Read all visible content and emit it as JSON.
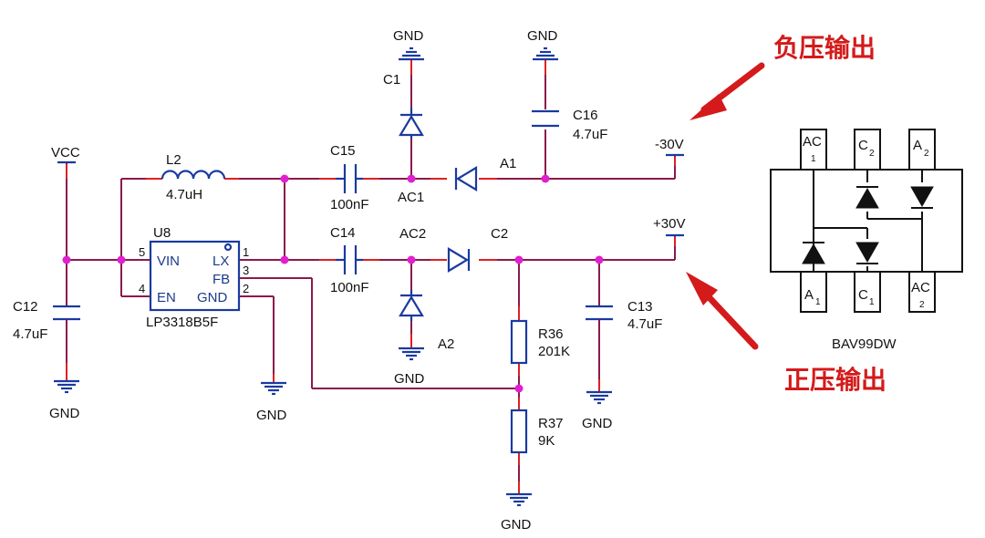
{
  "labels": {
    "vcc": "VCC",
    "gnd": "GND",
    "l2": "L2",
    "l2_val": "4.7uH",
    "c15": "C15",
    "c15_val": "100nF",
    "c14": "C14",
    "c14_val": "100nF",
    "c1": "C1",
    "c16": "C16",
    "c16_val": "4.7uF",
    "a1": "A1",
    "ac1": "AC1",
    "ac2": "AC2",
    "c2": "C2",
    "a2": "A2",
    "neg_out": "-30V",
    "pos_out": "+30V",
    "u8": "U8",
    "chip_part": "LP3318B5F",
    "pin_vin": "VIN",
    "pin_en": "EN",
    "pin_lx": "LX",
    "pin_fb": "FB",
    "pin_gnd": "GND",
    "pin_5": "5",
    "pin_4": "4",
    "pin_1": "1",
    "pin_3": "3",
    "pin_2": "2",
    "c12": "C12",
    "c12_val": "4.7uF",
    "r36": "R36",
    "r36_val": "201K",
    "r37": "R37",
    "r37_val": "9K",
    "c13": "C13",
    "c13_val": "4.7uF"
  },
  "annotations": {
    "negative_output": "负压输出",
    "positive_output": "正压输出"
  },
  "package": {
    "part": "BAV99DW",
    "top_pins": [
      {
        "main": "AC",
        "sub": "1"
      },
      {
        "main": "C",
        "sub": "2"
      },
      {
        "main": "A",
        "sub": "2"
      }
    ],
    "bottom_pins": [
      {
        "main": "A",
        "sub": "1"
      },
      {
        "main": "C",
        "sub": "1"
      },
      {
        "main": "AC",
        "sub": "2"
      }
    ]
  },
  "colors": {
    "wire": "#8a1a4a",
    "component": "#1a3aa0",
    "junction": "#e020d0",
    "annotation": "#d41a1a"
  }
}
